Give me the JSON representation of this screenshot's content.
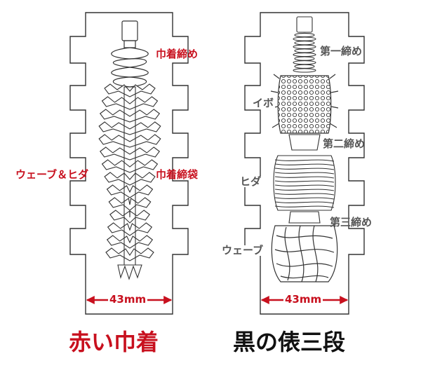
{
  "colors": {
    "accent_red": "#c8101e",
    "label_gray": "#555555",
    "outline": "#333333"
  },
  "left": {
    "labels": {
      "neck": "巾着締め",
      "wave": "ウェーブ＆ヒダ",
      "pouch": "巾着締袋"
    },
    "width": "43mm",
    "title": "赤い巾着"
  },
  "right": {
    "labels": {
      "first": "第一締め",
      "ibo": "イボ",
      "second": "第二締め",
      "hida": "ヒダ",
      "third": "第三締め",
      "wave": "ウェーブ"
    },
    "width": "43mm",
    "title": "黒の俵三段"
  }
}
